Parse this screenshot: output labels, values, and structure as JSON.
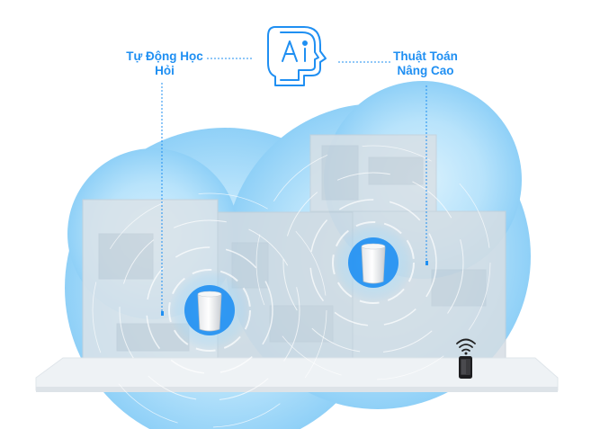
{
  "features": [
    {
      "line1": "Tự Động Học",
      "line2": "Hỏi"
    },
    {
      "line1": "Thuật Toán",
      "line2": "Nâng Cao"
    }
  ],
  "icons": {
    "center": "ai-brain-icon",
    "routers": "mesh-router-icon",
    "client": "smartphone-icon",
    "signal": "wifi-icon"
  },
  "colors": {
    "accent": "#1f8ff2",
    "glow": "#8fd0f7",
    "house": "#d5dde3",
    "base": "#e6ebef"
  }
}
